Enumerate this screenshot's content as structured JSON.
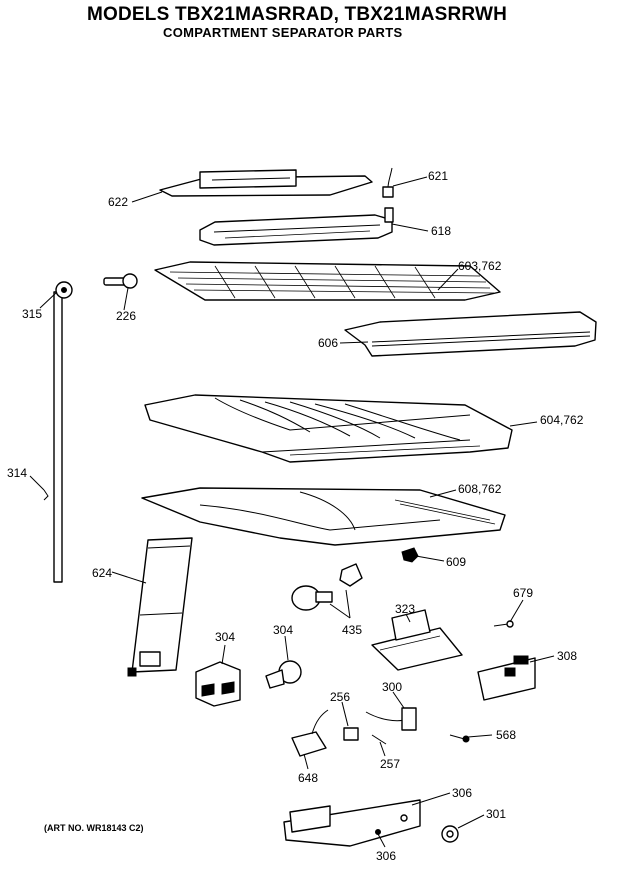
{
  "header": {
    "title": "MODELS TBX21MASRRAD, TBX21MASRRWH",
    "subtitle": "COMPARTMENT SEPARATOR PARTS"
  },
  "art_note": "(ART NO. WR18143 C2)",
  "callouts": {
    "c621": "621",
    "c622": "622",
    "c618": "618",
    "c603": "603,762",
    "c315": "315",
    "c226": "226",
    "c606": "606",
    "c604": "604,762",
    "c314": "314",
    "c608": "608,762",
    "c609": "609",
    "c624": "624",
    "c435": "435",
    "c323": "323",
    "c679": "679",
    "c304a": "304",
    "c304b": "304",
    "c308": "308",
    "c256": "256",
    "c300": "300",
    "c257": "257",
    "c568": "568",
    "c648": "648",
    "c306a": "306",
    "c301": "301",
    "c306b": "306"
  }
}
